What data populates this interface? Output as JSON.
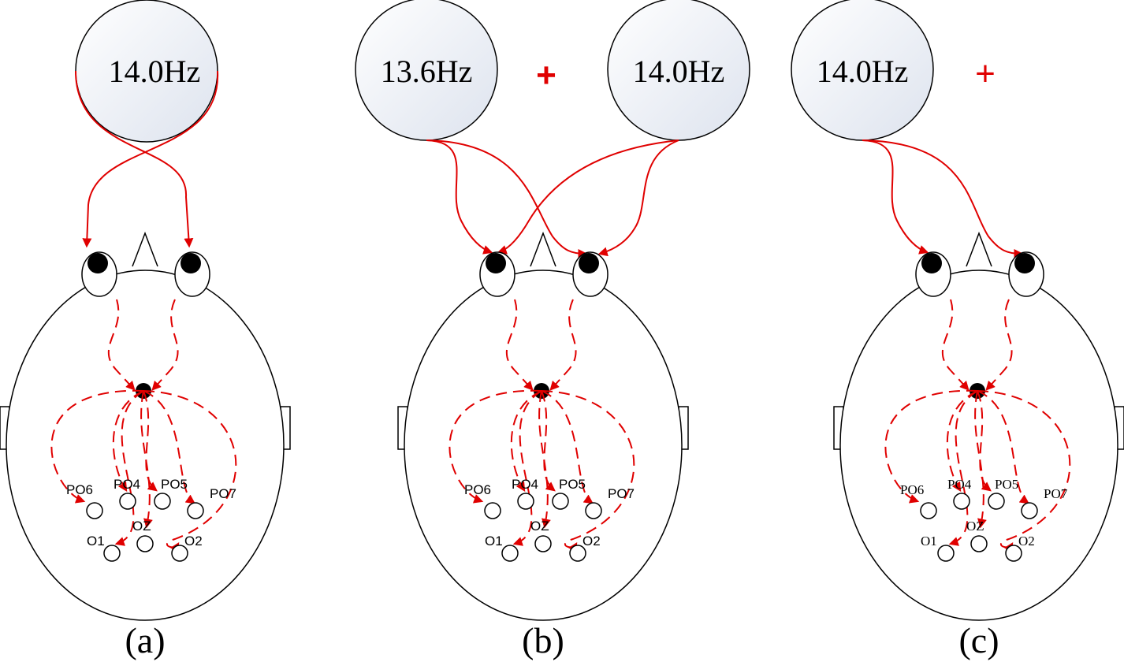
{
  "colors": {
    "signal": "#e00000",
    "outline": "#000000",
    "stimulus_fill_top": "#ffffff",
    "stimulus_fill_bottom": "#dde3ee"
  },
  "panels": [
    {
      "caption": "(a)",
      "stimuli": [
        "14.0Hz"
      ],
      "plus": [],
      "electrodes": [
        "PO6",
        "PO4",
        "PO5",
        "PO7",
        "O1",
        "OZ",
        "O2"
      ]
    },
    {
      "caption": "(b)",
      "stimuli": [
        "13.6Hz",
        "14.0Hz"
      ],
      "plus": [
        "+"
      ],
      "electrodes": [
        "PO6",
        "PO4",
        "PO5",
        "PO7",
        "O1",
        "OZ",
        "O2"
      ]
    },
    {
      "caption": "(c)",
      "stimuli": [
        "14.0Hz"
      ],
      "plus": [
        "+"
      ],
      "electrodes": [
        "PO6",
        "PO4",
        "PO5",
        "PO7",
        "O1",
        "OZ",
        "O2"
      ]
    }
  ]
}
